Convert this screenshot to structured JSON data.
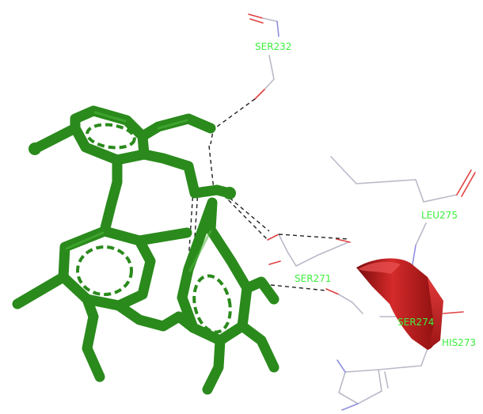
{
  "labels": {
    "ser232": "SER232",
    "ser271": "SER271",
    "leu275": "LEU275",
    "ser274": "SER274",
    "his273": "HIS273"
  },
  "colors": {
    "ligand": "#2a8a1c",
    "label": "#3df03d",
    "helix": "#b81c1c",
    "carbon": "#b9b9c8",
    "nitrogen": "#8f8fe0",
    "oxygen": "#e04040",
    "hbond": "#222222"
  }
}
